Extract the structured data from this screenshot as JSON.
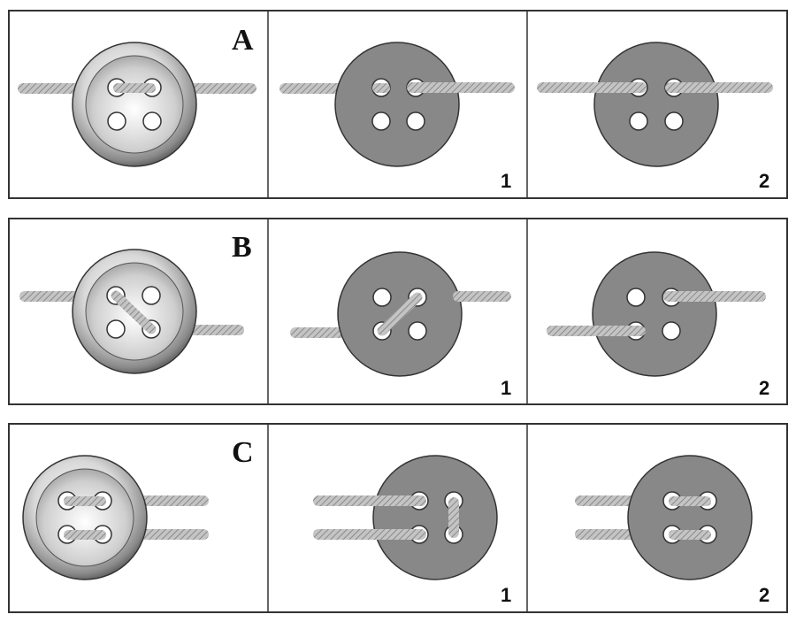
{
  "rows": [
    {
      "label": "A",
      "panels": [
        {
          "number": ""
        },
        {
          "number": "1"
        },
        {
          "number": "2"
        }
      ]
    },
    {
      "label": "B",
      "panels": [
        {
          "number": ""
        },
        {
          "number": "1"
        },
        {
          "number": "2"
        }
      ]
    },
    {
      "label": "C",
      "panels": [
        {
          "number": ""
        },
        {
          "number": "1"
        },
        {
          "number": "2"
        }
      ]
    }
  ],
  "colors": {
    "button_fill": "#888888",
    "thread": "#b3b3b3",
    "hole": "#ffffff",
    "outline": "#333333"
  }
}
